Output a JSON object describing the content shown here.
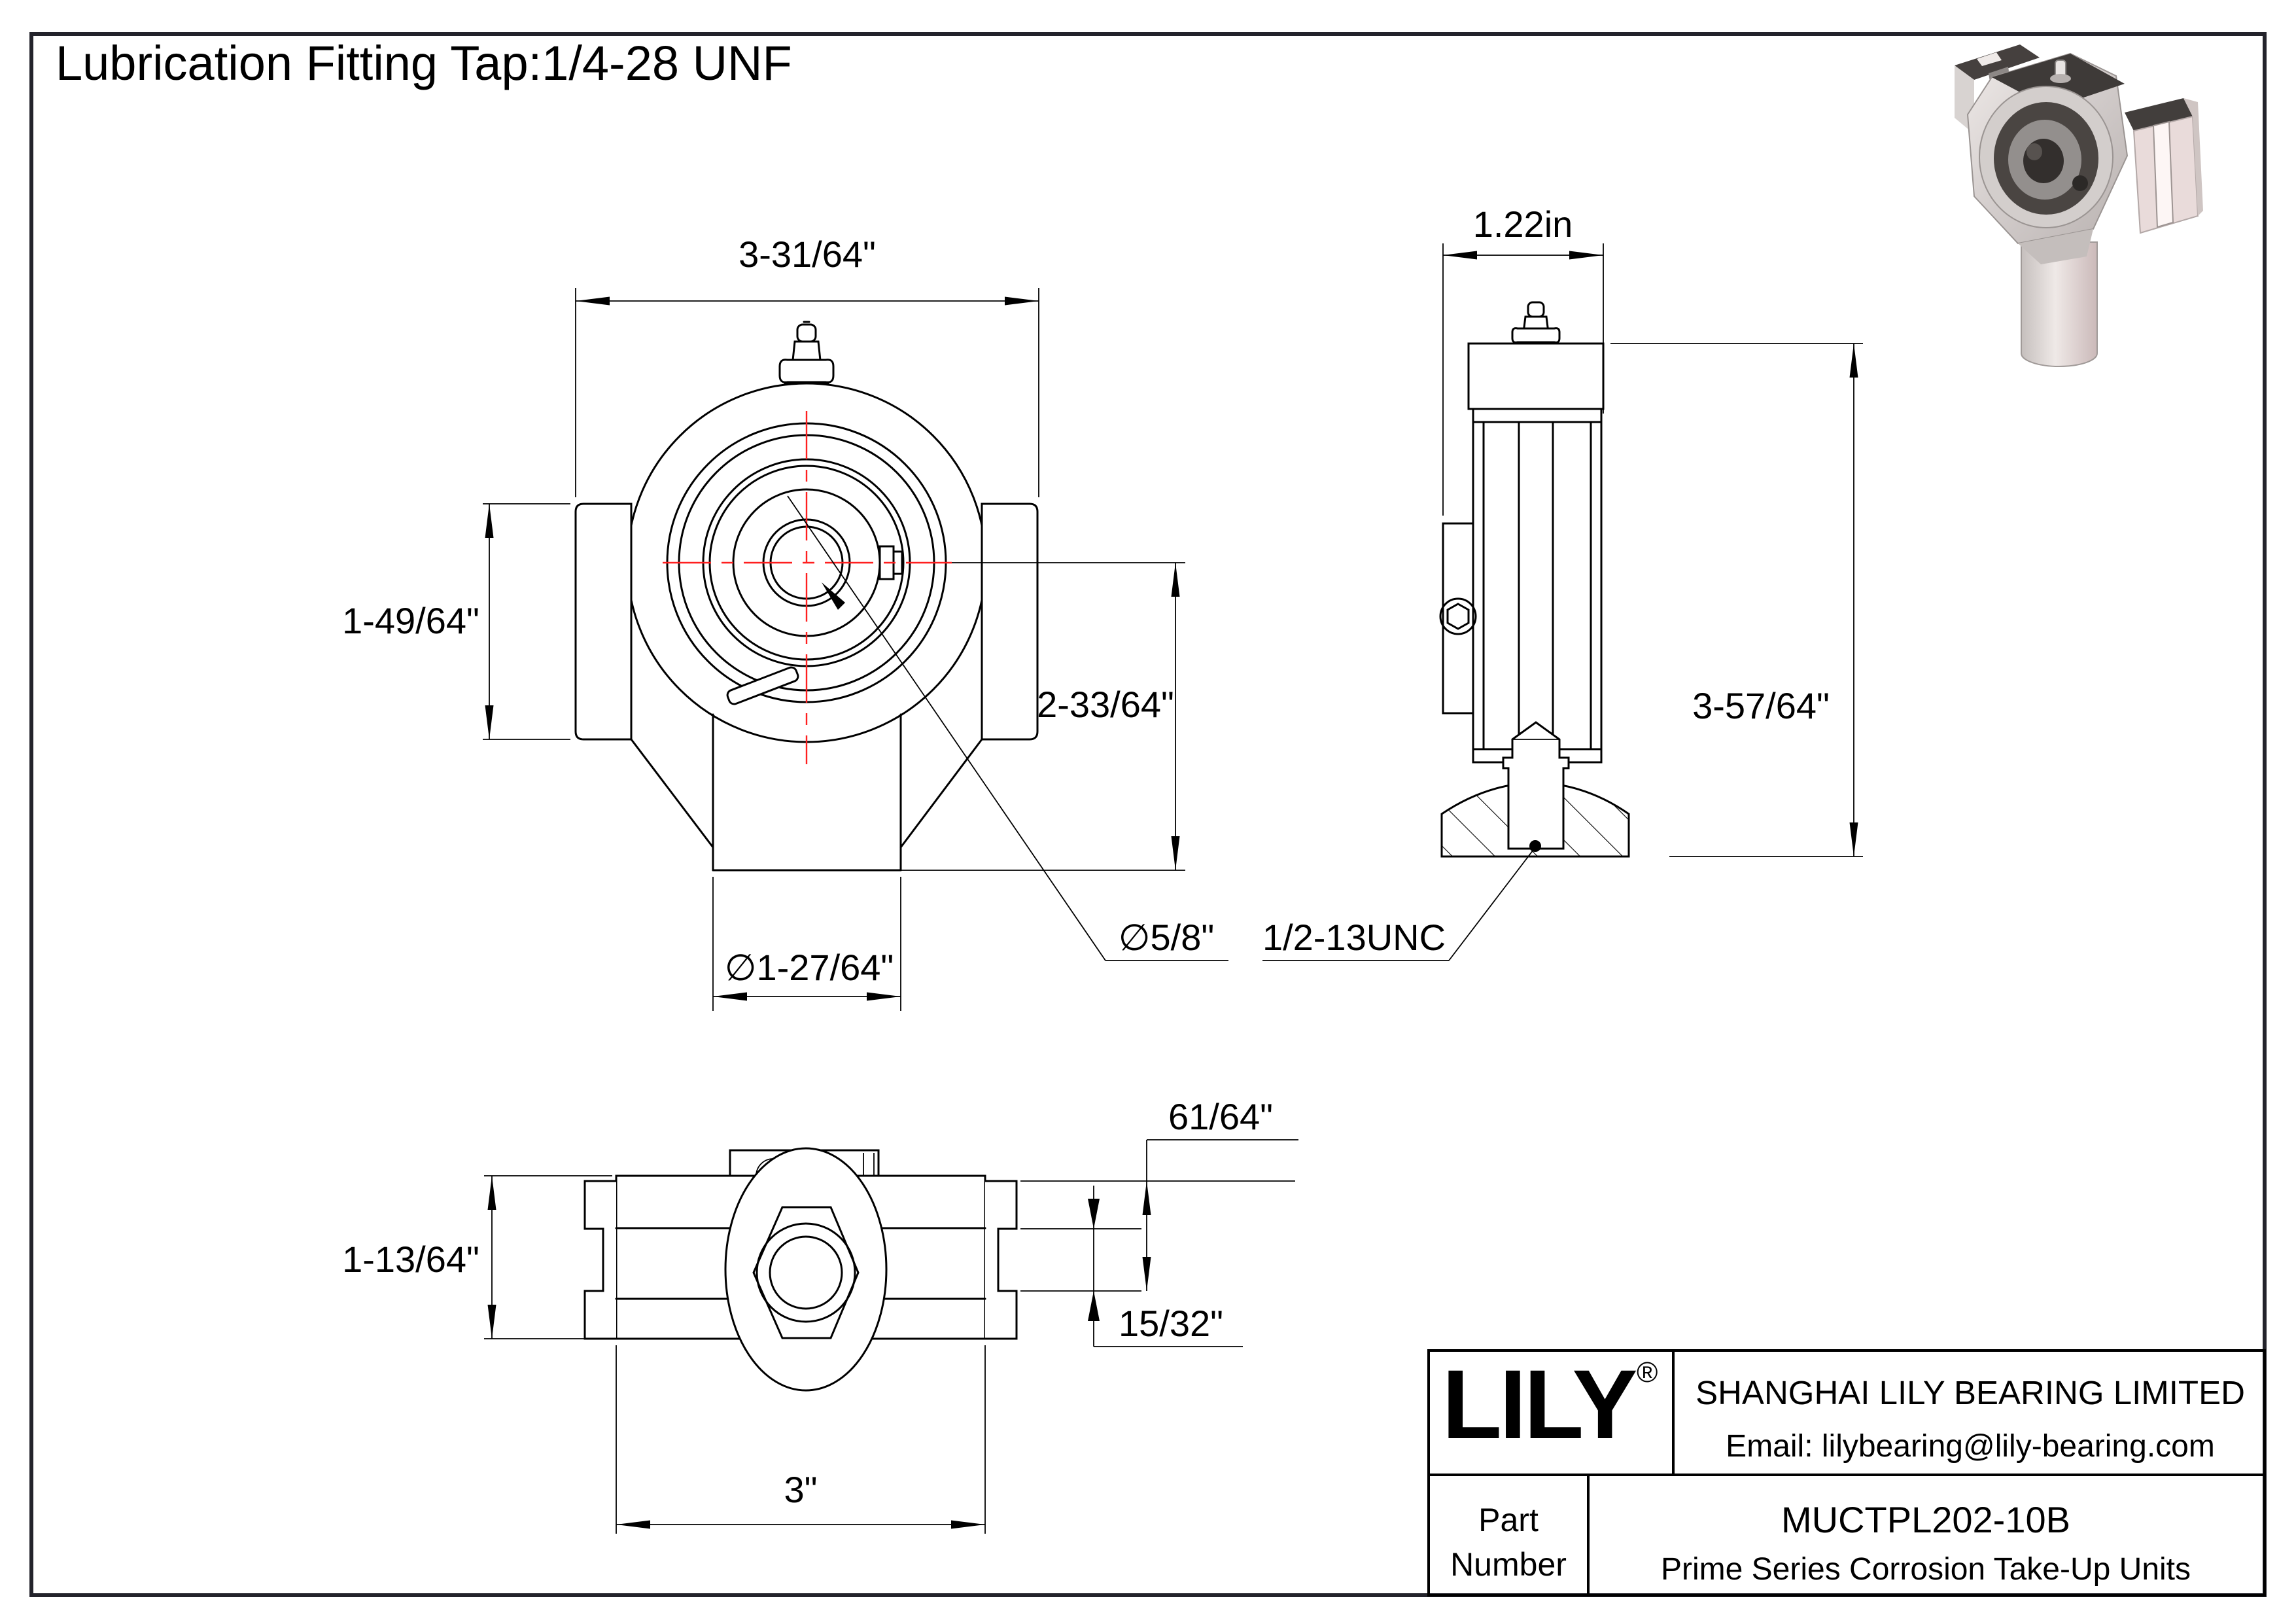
{
  "sheet": {
    "title": "Lubrication Fitting Tap:1/4-28 UNF"
  },
  "front_view": {
    "dim_width": "3-31/64\"",
    "dim_height": "1-49/64\"",
    "dim_center_to_base": "2-33/64\"",
    "dim_boss_diameter": "∅1-27/64\"",
    "label_bore_diameter": "∅5/8\"",
    "label_thread": "1/2-13UNC"
  },
  "side_view": {
    "dim_depth": "1.22in",
    "dim_height": "3-57/64\""
  },
  "bottom_view": {
    "dim_height": "1-13/64\"",
    "dim_slot_offset": "61/64\"",
    "dim_slot_width": "15/32\"",
    "dim_length": "3\""
  },
  "title_block": {
    "logo": "LILY",
    "registered_mark": "®",
    "company": "SHANGHAI LILY BEARING LIMITED",
    "email": "Email: lilybearing@lily-bearing.com",
    "part_label_line1": "Part",
    "part_label_line2": "Number",
    "part_number": "MUCTPL202-10B",
    "series": "Prime Series Corrosion Take-Up Units"
  },
  "colors": {
    "line": "#000000",
    "centerline_red": "#ff1f1f",
    "border": "#23232b",
    "metal_light": "#d7d2d0",
    "metal_dark": "#3e3a38",
    "metal_pink": "#e9dbda"
  }
}
